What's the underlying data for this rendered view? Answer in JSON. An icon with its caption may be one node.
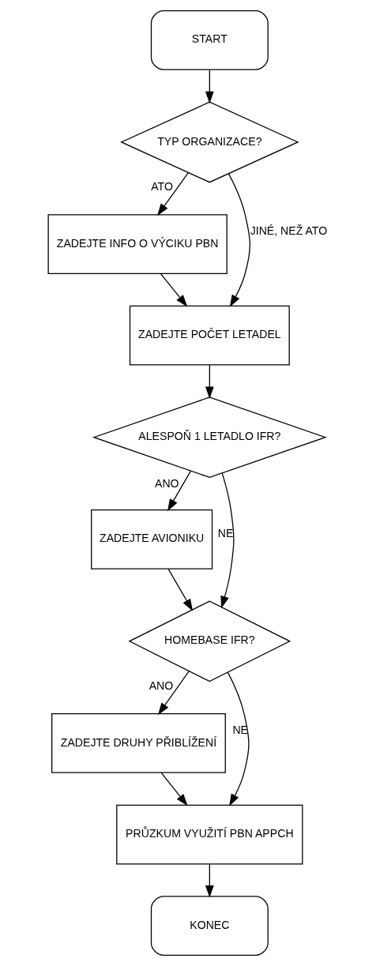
{
  "diagram": {
    "nodes": [
      {
        "text": [
          "START"
        ]
      },
      {
        "text": [
          "TYP ORGANIZACE?"
        ]
      },
      {
        "text": [
          "ZADEJTE INFO O VÝCIKU PBN"
        ]
      },
      {
        "text": [
          "ZADEJTE POČET LETADEL"
        ]
      },
      {
        "text": [
          "ALESPOŇ 1 LETADLO IFR?"
        ]
      },
      {
        "text": [
          "ZADEJTE AVIONIKU"
        ]
      },
      {
        "text": [
          "HOMEBASE IFR?"
        ]
      },
      {
        "text": [
          "ZADEJTE DRUHY PŘIBLÍŽENÍ"
        ]
      },
      {
        "text": [
          "PRŮZKUM VYUŽITÍ PBN APPCH"
        ]
      },
      {
        "text": [
          "KONEC"
        ]
      }
    ],
    "edges": [
      {
        "from": 0,
        "to": 1,
        "arrow": "to"
      },
      {
        "from": 1,
        "to": 2,
        "arrow": "to",
        "label": "ATO"
      },
      {
        "from": 1,
        "to": 3,
        "arrow": "to",
        "label": "JINÉ, NEŽ ATO"
      },
      {
        "from": 2,
        "to": 3,
        "arrow": "to"
      },
      {
        "from": 3,
        "to": 4,
        "arrow": "to"
      },
      {
        "from": 4,
        "to": 6,
        "arrow": "to",
        "label": "NE"
      },
      {
        "from": 4,
        "to": 5,
        "arrow": "to",
        "label": "ANO"
      },
      {
        "from": 5,
        "to": 6,
        "arrow": "to"
      },
      {
        "from": 6,
        "to": 7,
        "arrow": "to",
        "label": "ANO"
      },
      {
        "from": 6,
        "to": 8,
        "arrow": "to",
        "label": "NE"
      },
      {
        "from": 7,
        "to": 8,
        "arrow": "to"
      },
      {
        "from": 8,
        "to": 9,
        "arrow": "to"
      }
    ]
  }
}
